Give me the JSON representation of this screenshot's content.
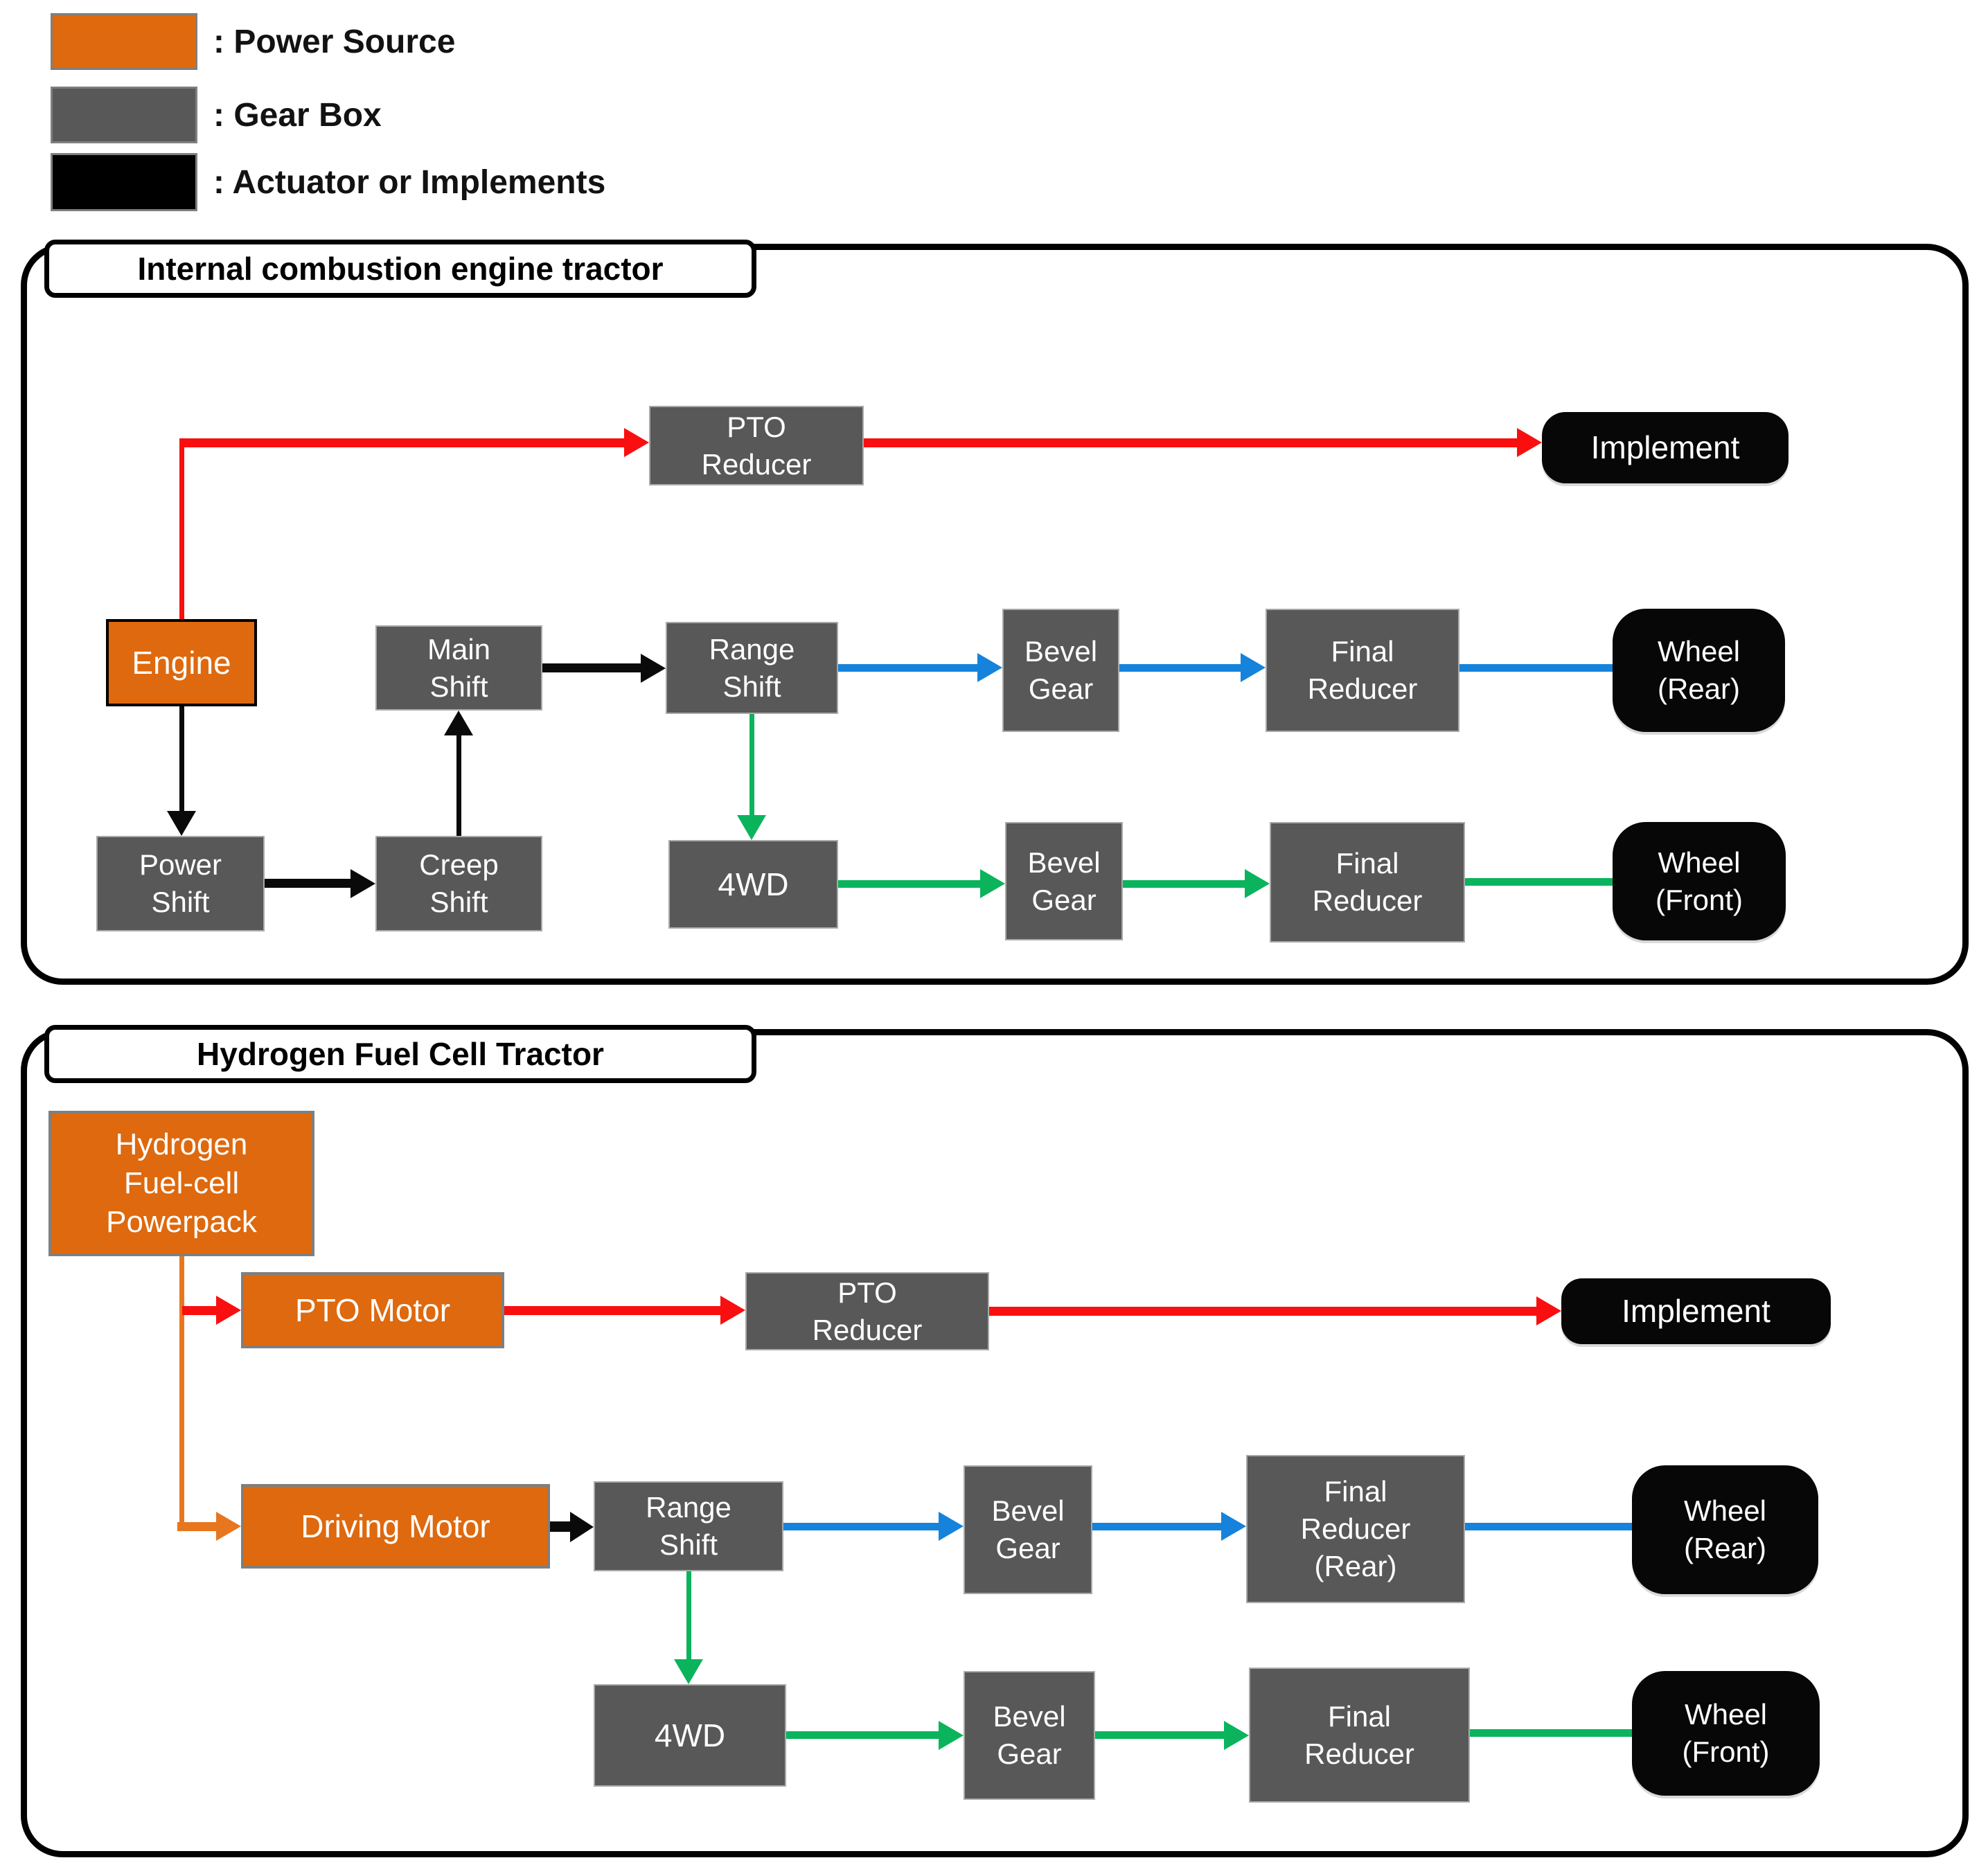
{
  "legend": {
    "items": [
      {
        "label": ": Power Source",
        "color": "#DE690E"
      },
      {
        "label": ": Gear Box",
        "color": "#585858"
      },
      {
        "label": ": Actuator or Implements",
        "color": "#000000"
      }
    ]
  },
  "colors": {
    "power_source_fill": "#DE690E",
    "gear_box_fill": "#585858",
    "actuator_fill": "#070707",
    "arrow_red": "#F90F0F",
    "arrow_blue": "#1583DB",
    "arrow_green": "#0BB45C",
    "arrow_orange": "#E8761E",
    "arrow_black": "#0a0a0a"
  },
  "panel1": {
    "title": "Internal combustion engine tractor",
    "nodes": {
      "engine": "Engine",
      "pto_reducer": "PTO\nReducer",
      "implement": "Implement",
      "main_shift": "Main\nShift",
      "range_shift": "Range\nShift",
      "bevel_gear_rear": "Bevel\nGear",
      "final_reducer_rear": "Final\nReducer",
      "wheel_rear": "Wheel\n(Rear)",
      "power_shift": "Power\nShift",
      "creep_shift": "Creep\nShift",
      "four_wd": "4WD",
      "bevel_gear_front": "Bevel\nGear",
      "final_reducer_front": "Final\nReducer",
      "wheel_front": "Wheel\n(Front)"
    },
    "connections": [
      {
        "from": "engine",
        "to": "pto_reducer",
        "color": "red"
      },
      {
        "from": "pto_reducer",
        "to": "implement",
        "color": "red"
      },
      {
        "from": "engine",
        "to": "power_shift",
        "color": "black"
      },
      {
        "from": "power_shift",
        "to": "creep_shift",
        "color": "black"
      },
      {
        "from": "creep_shift",
        "to": "main_shift",
        "color": "black"
      },
      {
        "from": "main_shift",
        "to": "range_shift",
        "color": "black"
      },
      {
        "from": "range_shift",
        "to": "bevel_gear_rear",
        "color": "blue"
      },
      {
        "from": "bevel_gear_rear",
        "to": "final_reducer_rear",
        "color": "blue"
      },
      {
        "from": "final_reducer_rear",
        "to": "wheel_rear",
        "color": "blue"
      },
      {
        "from": "range_shift",
        "to": "four_wd",
        "color": "green"
      },
      {
        "from": "four_wd",
        "to": "bevel_gear_front",
        "color": "green"
      },
      {
        "from": "bevel_gear_front",
        "to": "final_reducer_front",
        "color": "green"
      },
      {
        "from": "final_reducer_front",
        "to": "wheel_front",
        "color": "green"
      }
    ]
  },
  "panel2": {
    "title": "Hydrogen Fuel Cell Tractor",
    "nodes": {
      "powerpack": "Hydrogen\nFuel-cell\nPowerpack",
      "pto_motor": "PTO Motor",
      "pto_reducer": "PTO\nReducer",
      "implement": "Implement",
      "driving_motor": "Driving Motor",
      "range_shift": "Range\nShift",
      "bevel_gear_rear": "Bevel\nGear",
      "final_reducer_rear": "Final\nReducer\n(Rear)",
      "wheel_rear": "Wheel\n(Rear)",
      "four_wd": "4WD",
      "bevel_gear_front": "Bevel\nGear",
      "final_reducer_front": "Final\nReducer",
      "wheel_front": "Wheel\n(Front)"
    },
    "connections": [
      {
        "from": "powerpack",
        "to": "pto_motor",
        "color": "red"
      },
      {
        "from": "pto_motor",
        "to": "pto_reducer",
        "color": "red"
      },
      {
        "from": "pto_reducer",
        "to": "implement",
        "color": "red"
      },
      {
        "from": "powerpack",
        "to": "driving_motor",
        "color": "orange"
      },
      {
        "from": "driving_motor",
        "to": "range_shift",
        "color": "black"
      },
      {
        "from": "range_shift",
        "to": "bevel_gear_rear",
        "color": "blue"
      },
      {
        "from": "bevel_gear_rear",
        "to": "final_reducer_rear",
        "color": "blue"
      },
      {
        "from": "final_reducer_rear",
        "to": "wheel_rear",
        "color": "blue"
      },
      {
        "from": "range_shift",
        "to": "four_wd",
        "color": "green"
      },
      {
        "from": "four_wd",
        "to": "bevel_gear_front",
        "color": "green"
      },
      {
        "from": "bevel_gear_front",
        "to": "final_reducer_front",
        "color": "green"
      },
      {
        "from": "final_reducer_front",
        "to": "wheel_front",
        "color": "green"
      }
    ]
  }
}
